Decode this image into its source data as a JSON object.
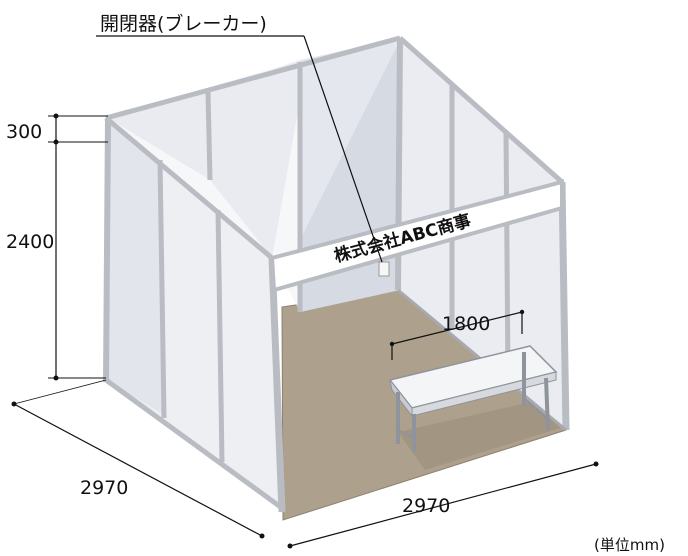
{
  "callout": {
    "breaker_label": "開閉器(ブレーカー)"
  },
  "dimensions": {
    "fascia_height": "300",
    "wall_height": "2400",
    "depth": "2970",
    "width": "2970",
    "table_width": "1800"
  },
  "fascia": {
    "company_name": "株式会社ABC商事"
  },
  "unit": {
    "label": "(単位mm)"
  },
  "colors": {
    "frame": "#b9bcc2",
    "panel": "#eef0f4",
    "floor": "#ada08c",
    "shadow": "#d9dde6",
    "line": "#111111"
  }
}
